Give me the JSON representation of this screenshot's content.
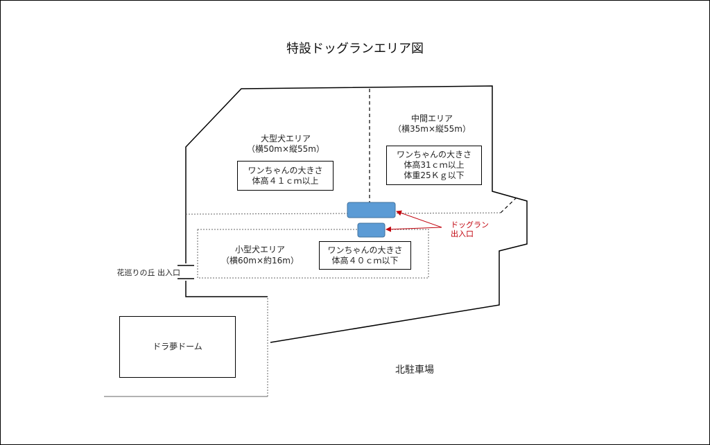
{
  "title": "特設ドッグランエリア図",
  "areas": {
    "large": {
      "name": "大型犬エリア",
      "size": "（横50m×縦55m）",
      "size_label": "ワンちゃんの大きさ",
      "size_rule": "体高４１ｃｍ以上"
    },
    "middle": {
      "name": "中間エリア",
      "size": "（横35m×縦55m）",
      "size_label": "ワンちゃんの大きさ",
      "rule1": "体高31ｃｍ以上",
      "rule2": "体重25Ｋｇ以下"
    },
    "small": {
      "name": "小型犬エリア",
      "size": "（横60m×約16m）",
      "size_label": "ワンちゃんの大きさ",
      "size_rule": "体高４０ｃｍ以下"
    }
  },
  "labels": {
    "hill_exit": "花巡りの丘 出入口",
    "dogrun_exit_line1": "ドッグラン",
    "dogrun_exit_line2": "出入口",
    "dome": "ドラ夢ドーム",
    "north_parking": "北駐車場"
  },
  "colors": {
    "gate_fill": "#5b9bd5",
    "gate_stroke": "#41719c",
    "arrow": "#c0000b"
  }
}
